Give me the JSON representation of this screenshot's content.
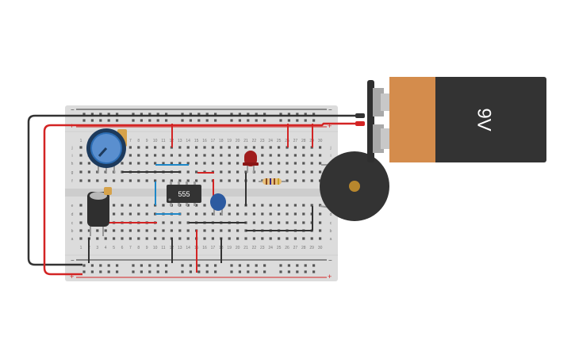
{
  "breadboard": {
    "column_numbers": [
      "1",
      "2",
      "3",
      "4",
      "5",
      "6",
      "7",
      "8",
      "9",
      "10",
      "11",
      "12",
      "13",
      "14",
      "15",
      "16",
      "17",
      "18",
      "19",
      "20",
      "21",
      "22",
      "23",
      "24",
      "25",
      "26",
      "27",
      "28",
      "29",
      "30"
    ],
    "row_letters_top": [
      "j",
      "i",
      "h",
      "g",
      "f"
    ],
    "row_letters_bottom": [
      "e",
      "d",
      "c",
      "b",
      "a"
    ],
    "rail_plus": "+",
    "rail_minus": "−"
  },
  "components": {
    "ic_label": "555",
    "battery_label": "9V"
  },
  "colors": {
    "wire_red": "#d32424",
    "wire_black": "#333333",
    "wire_blue": "#1e88c8",
    "breadboard": "#dcdcdc",
    "battery_body": "#333333",
    "battery_cap": "#d48c4c",
    "buzzer": "#333333",
    "pot": "#2c6db4"
  }
}
